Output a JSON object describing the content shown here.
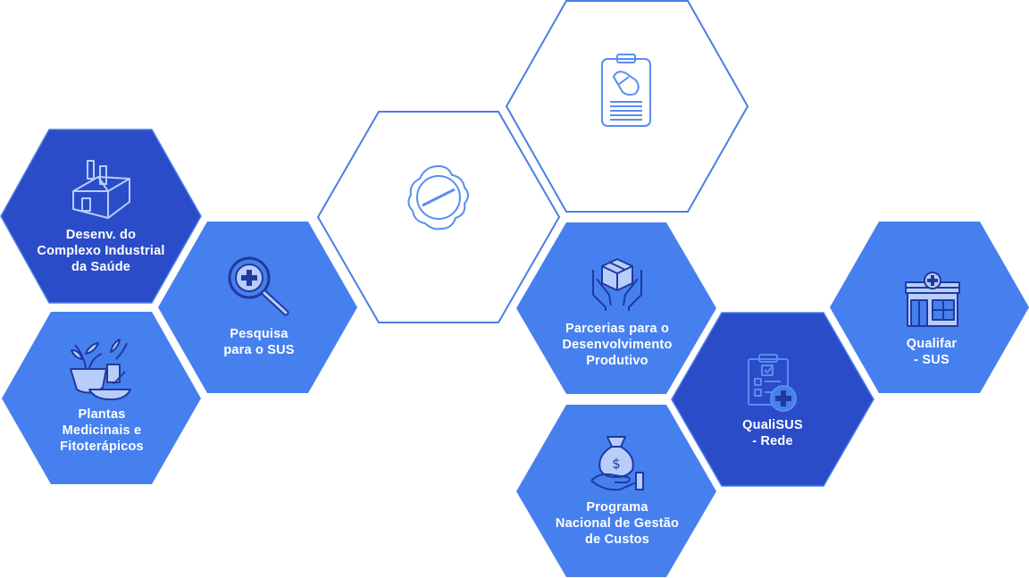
{
  "colors": {
    "hex_dark": "#2a4cc9",
    "hex_medium": "#4680ee",
    "hex_outline": "#4a7ee6",
    "icon_light": "#b9cdfb",
    "icon_dark": "#1f3a9f",
    "icon_outline": "#5b8cf0",
    "label": "#ffffff"
  },
  "nodes": [
    {
      "id": "complexo-industrial",
      "label": "Desenv. do\nComplexo Industrial\nda Saúde",
      "style": "dark",
      "icon": "factory-icon"
    },
    {
      "id": "pesquisa-sus",
      "label": "Pesquisa\npara o SUS",
      "style": "medium",
      "icon": "magnifier-plus-icon"
    },
    {
      "id": "plantas-medicinais",
      "label": "Plantas\nMedicinais e\nFitoterápicos",
      "style": "medium",
      "icon": "herbal-plants-icon"
    },
    {
      "id": "medicamento",
      "label": "",
      "style": "outline",
      "icon": "pill-tablet-icon"
    },
    {
      "id": "prescricao",
      "label": "",
      "style": "outline",
      "icon": "clipboard-capsule-icon"
    },
    {
      "id": "parcerias",
      "label": "Parcerias para o\nDesenvolvimento\nProdutivo",
      "style": "medium",
      "icon": "hands-box-icon"
    },
    {
      "id": "programa-custos",
      "label": "Programa\nNacional de Gestão\nde Custos",
      "style": "medium",
      "icon": "money-bag-hand-icon"
    },
    {
      "id": "qualisus",
      "label": "QualiSUS\n- Rede",
      "style": "dark",
      "icon": "checklist-cross-icon"
    },
    {
      "id": "qualifar",
      "label": "Qualifar\n- SUS",
      "style": "medium",
      "icon": "pharmacy-store-icon"
    }
  ]
}
